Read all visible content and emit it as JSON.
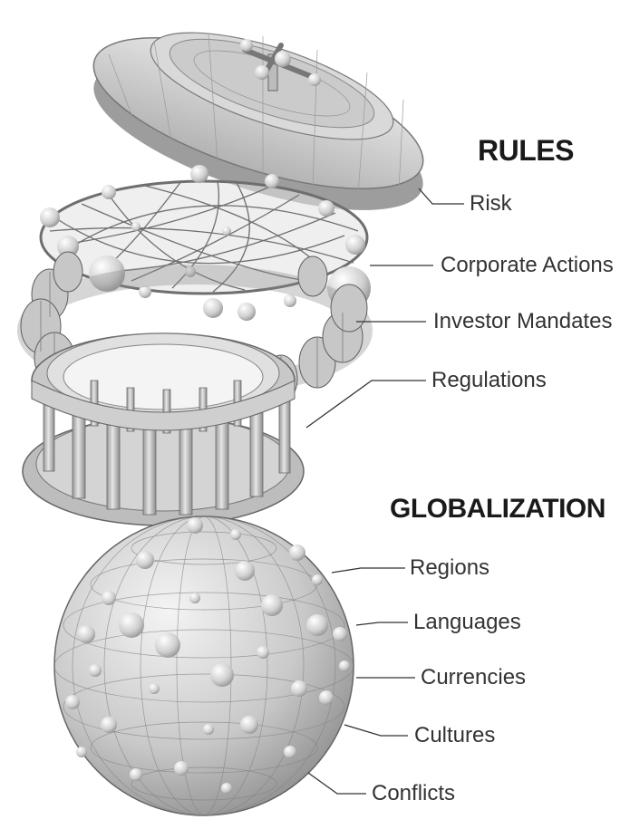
{
  "headings": {
    "rules": "RULES",
    "globalization": "GLOBALIZATION"
  },
  "rules_labels": [
    "Risk",
    "Corporate Actions",
    "Investor Mandates",
    "Regulations"
  ],
  "globalization_labels": [
    "Regions",
    "Languages",
    "Currencies",
    "Cultures",
    "Conflicts"
  ],
  "colors": {
    "background": "#ffffff",
    "object_fill": "#d6d6d6",
    "object_stroke": "#7a7a7a",
    "text": "#333333",
    "heading": "#1a1a1a"
  }
}
